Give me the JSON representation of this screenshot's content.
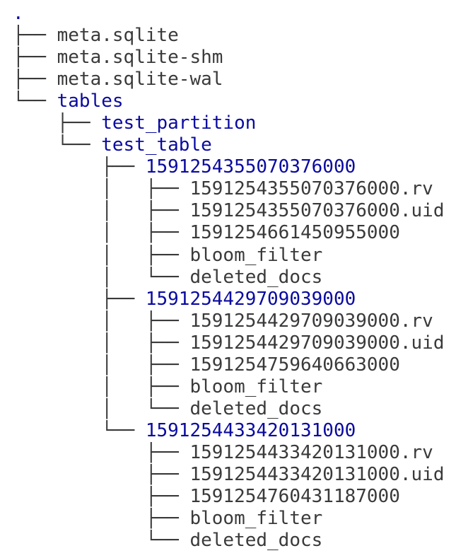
{
  "colors": {
    "text": "#3a3a3a",
    "directory": "#0a0aa0",
    "background": "#ffffff"
  },
  "tree": [
    {
      "prefix": "",
      "name": ".",
      "type": "dir"
    },
    {
      "prefix": "├── ",
      "name": "meta.sqlite",
      "type": "file"
    },
    {
      "prefix": "├── ",
      "name": "meta.sqlite-shm",
      "type": "file"
    },
    {
      "prefix": "├── ",
      "name": "meta.sqlite-wal",
      "type": "file"
    },
    {
      "prefix": "└── ",
      "name": "tables",
      "type": "dir"
    },
    {
      "prefix": "    ├── ",
      "name": "test_partition",
      "type": "dir"
    },
    {
      "prefix": "    └── ",
      "name": "test_table",
      "type": "dir"
    },
    {
      "prefix": "        ├── ",
      "name": "1591254355070376000",
      "type": "dir"
    },
    {
      "prefix": "        │   ├── ",
      "name": "1591254355070376000.rv",
      "type": "file"
    },
    {
      "prefix": "        │   ├── ",
      "name": "1591254355070376000.uid",
      "type": "file"
    },
    {
      "prefix": "        │   ├── ",
      "name": "1591254661450955000",
      "type": "file"
    },
    {
      "prefix": "        │   ├── ",
      "name": "bloom_filter",
      "type": "file"
    },
    {
      "prefix": "        │   └── ",
      "name": "deleted_docs",
      "type": "file"
    },
    {
      "prefix": "        ├── ",
      "name": "1591254429709039000",
      "type": "dir"
    },
    {
      "prefix": "        │   ├── ",
      "name": "1591254429709039000.rv",
      "type": "file"
    },
    {
      "prefix": "        │   ├── ",
      "name": "1591254429709039000.uid",
      "type": "file"
    },
    {
      "prefix": "        │   ├── ",
      "name": "1591254759640663000",
      "type": "file"
    },
    {
      "prefix": "        │   ├── ",
      "name": "bloom_filter",
      "type": "file"
    },
    {
      "prefix": "        │   └── ",
      "name": "deleted_docs",
      "type": "file"
    },
    {
      "prefix": "        └── ",
      "name": "1591254433420131000",
      "type": "dir"
    },
    {
      "prefix": "            ├── ",
      "name": "1591254433420131000.rv",
      "type": "file"
    },
    {
      "prefix": "            ├── ",
      "name": "1591254433420131000.uid",
      "type": "file"
    },
    {
      "prefix": "            ├── ",
      "name": "1591254760431187000",
      "type": "file"
    },
    {
      "prefix": "            ├── ",
      "name": "bloom_filter",
      "type": "file"
    },
    {
      "prefix": "            └── ",
      "name": "deleted_docs",
      "type": "file"
    }
  ]
}
